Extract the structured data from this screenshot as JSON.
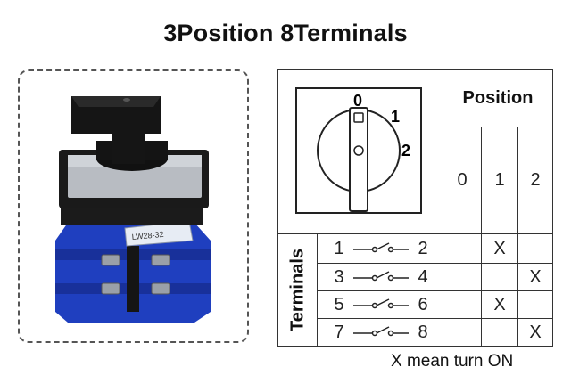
{
  "title": "3Position 8Terminals",
  "product": {
    "model_label": "LW28-32"
  },
  "dial": {
    "positions": [
      "0",
      "1",
      "2"
    ]
  },
  "table": {
    "header": "Position",
    "columns": [
      "0",
      "1",
      "2"
    ],
    "side_label": "Terminals",
    "rows": [
      {
        "from": "1",
        "to": "2",
        "marks": [
          "",
          "X",
          ""
        ]
      },
      {
        "from": "3",
        "to": "4",
        "marks": [
          "",
          "",
          "X"
        ]
      },
      {
        "from": "5",
        "to": "6",
        "marks": [
          "",
          "X",
          ""
        ]
      },
      {
        "from": "7",
        "to": "8",
        "marks": [
          "",
          "",
          "X"
        ]
      }
    ]
  },
  "footnote": "X mean turn ON",
  "colors": {
    "switch_body_blue": "#1f3fbf",
    "handle_black": "#151515"
  }
}
